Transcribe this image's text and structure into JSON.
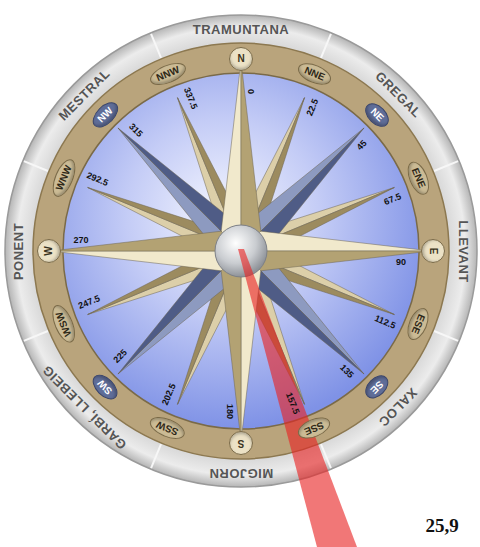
{
  "diagram": {
    "nodes": [
      {
        "text": [
          "N"
        ]
      },
      {
        "text": [
          "NNE"
        ]
      },
      {
        "text": [
          "NE"
        ]
      },
      {
        "text": [
          "ENE"
        ]
      },
      {
        "text": [
          "E"
        ]
      },
      {
        "text": [
          "ESE"
        ]
      },
      {
        "text": [
          "SE"
        ]
      },
      {
        "text": [
          "SSE"
        ]
      },
      {
        "text": [
          "S"
        ]
      },
      {
        "text": [
          "SSW"
        ]
      },
      {
        "text": [
          "SW"
        ]
      },
      {
        "text": [
          "WSW"
        ]
      },
      {
        "text": [
          "W"
        ]
      },
      {
        "text": [
          "WNW"
        ]
      },
      {
        "text": [
          "NW"
        ]
      },
      {
        "text": [
          "NNW"
        ]
      }
    ],
    "labels": [
      "TRAMUNTANA",
      "GREGAL",
      "LLEVANT",
      "XALOC",
      "MIGJORN",
      "GARBÍ, LLEBEIG",
      "PONENT",
      "MESTRAL",
      "0",
      "22.5",
      "45",
      "67.5",
      "90",
      "112.5",
      "135",
      "157.5",
      "180",
      "202.5",
      "225",
      "247.5",
      "270",
      "292.5",
      "315",
      "337.5",
      "25,9"
    ]
  }
}
